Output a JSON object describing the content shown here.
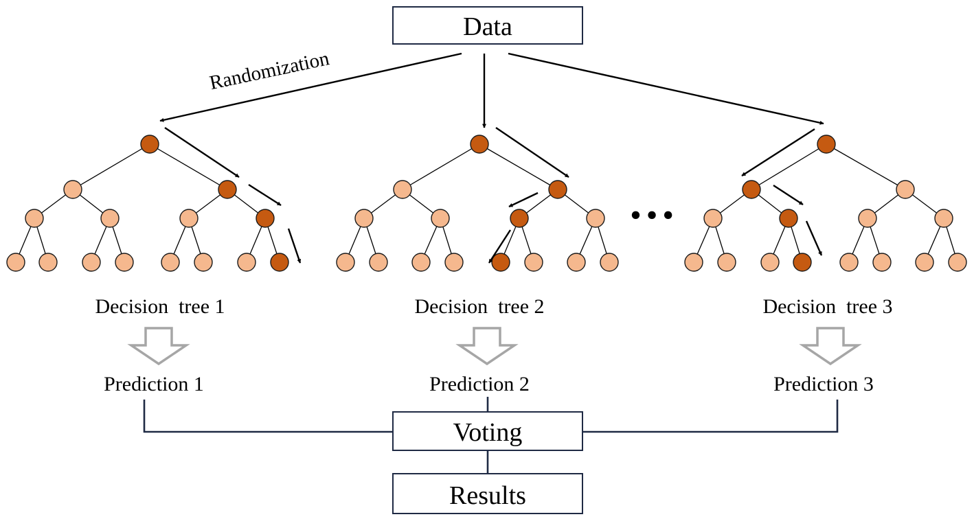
{
  "labels": {
    "data": "Data",
    "randomization": "Randomization",
    "ellipsis": "…",
    "voting": "Voting",
    "results": "Results"
  },
  "trees": [
    {
      "name": "Decision  tree 1",
      "prediction": "Prediction 1"
    },
    {
      "name": "Decision  tree 2",
      "prediction": "Prediction 2"
    },
    {
      "name": "Decision  tree 3",
      "prediction": "Prediction 3"
    }
  ],
  "colors": {
    "node_light": "#f5b88e",
    "node_dark": "#c55a11",
    "box_border": "#1f2a44",
    "hollow_arrow": "#a6a6a6"
  }
}
